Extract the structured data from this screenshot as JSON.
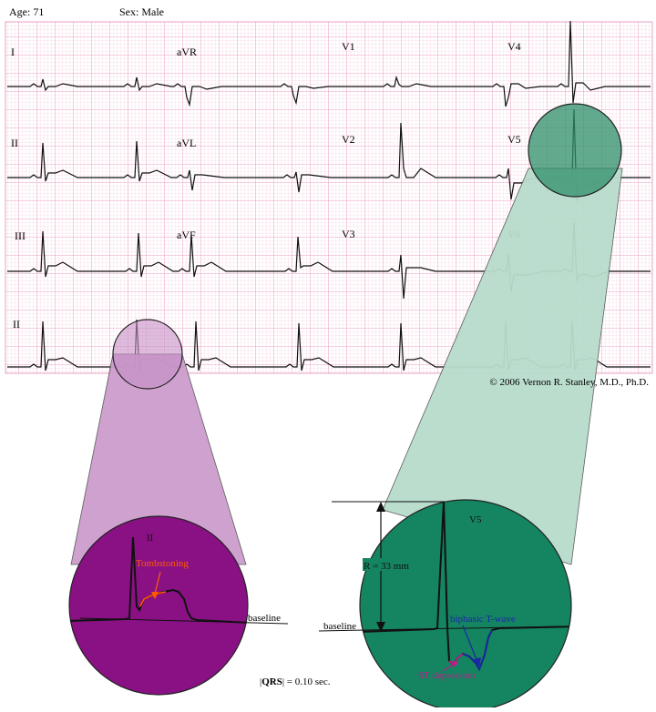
{
  "header": {
    "age": "Age:  71",
    "sex": "Sex:  Male"
  },
  "leads": [
    "I",
    "aVR",
    "V1",
    "V4",
    "II",
    "aVL",
    "V2",
    "V5",
    "III",
    "aVF",
    "V3",
    "V6",
    "II"
  ],
  "copyright": "© 2006 Vernon R. Stanley, M.D., Ph.D.",
  "left_zoom": {
    "lead": "II",
    "tombstoning_label": "Tombstoning",
    "baseline_label": "baseline"
  },
  "right_zoom": {
    "lead": "V5",
    "r_label": "R = 33 mm",
    "baseline_label": "baseline",
    "biphasic_label": "biphasic T-wave",
    "st_label": "ST depression"
  },
  "qrs": {
    "prefix": "|",
    "bold": "QRS",
    "suffix": "| = 0.10 sec."
  },
  "colors": {
    "grid_minor": "#f4b6d2",
    "grid_major": "#e58db7",
    "purple_callout": "#cc9ccc",
    "purple_circle": "#8a1184",
    "green_callout": "#b8dccc",
    "green_circle": "#158460",
    "orange": "#ff5a00",
    "blue": "#1c27a8",
    "magenta": "#c01d8a"
  }
}
